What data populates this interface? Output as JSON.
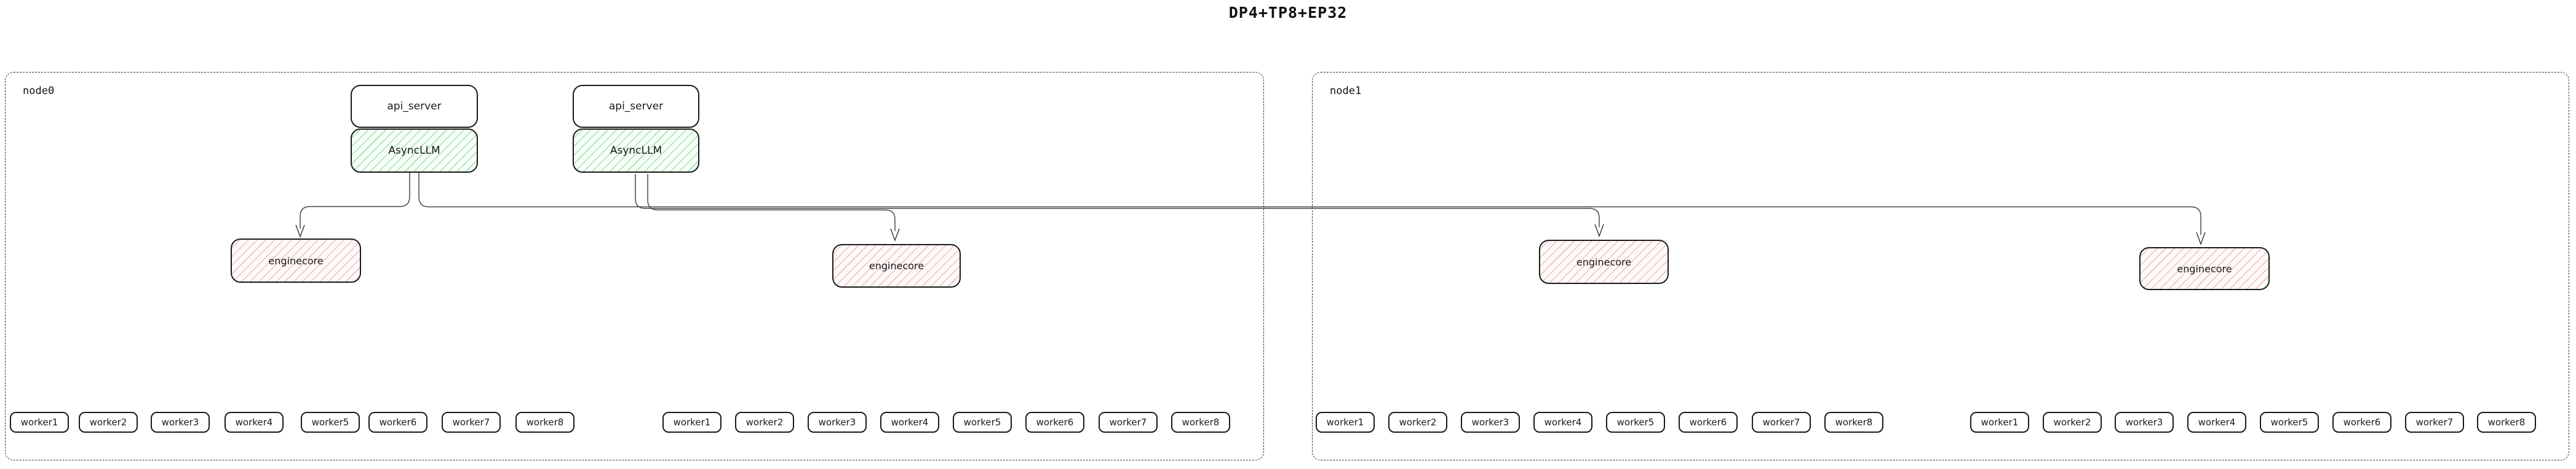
{
  "title": "DP4+TP8+EP32",
  "diagram_type": "flowchart",
  "colors": {
    "background": "#ffffff",
    "box_border": "#1a1a1a",
    "cluster_border": "#333333",
    "green_hatch": "#9fe2ae",
    "red_hatch": "#f0bdbd",
    "edge": "#4a4a4a"
  },
  "nodes": [
    {
      "label": "node0",
      "stacks": [
        {
          "api_server": "api_server",
          "asyncllm": "AsyncLLM"
        },
        {
          "api_server": "api_server",
          "asyncllm": "AsyncLLM"
        }
      ],
      "enginecores": [
        "enginecore",
        "enginecore"
      ],
      "worker_groups": [
        [
          "worker1",
          "worker2",
          "worker3",
          "worker4",
          "worker5",
          "worker6",
          "worker7",
          "worker8"
        ],
        [
          "worker1",
          "worker2",
          "worker3",
          "worker4",
          "worker5",
          "worker6",
          "worker7",
          "worker8"
        ]
      ]
    },
    {
      "label": "node1",
      "stacks": [],
      "enginecores": [
        "enginecore",
        "enginecore"
      ],
      "worker_groups": [
        [
          "worker1",
          "worker2",
          "worker3",
          "worker4",
          "worker5",
          "worker6",
          "worker7",
          "worker8"
        ],
        [
          "worker1",
          "worker2",
          "worker3",
          "worker4",
          "worker5",
          "worker6",
          "worker7",
          "worker8"
        ]
      ]
    }
  ],
  "edges": [
    {
      "from": "AsyncLLM#1",
      "to": "enginecore#1"
    },
    {
      "from": "AsyncLLM#1",
      "to": "enginecore#4"
    },
    {
      "from": "AsyncLLM#2",
      "to": "enginecore#2"
    },
    {
      "from": "AsyncLLM#2",
      "to": "enginecore#3"
    }
  ]
}
